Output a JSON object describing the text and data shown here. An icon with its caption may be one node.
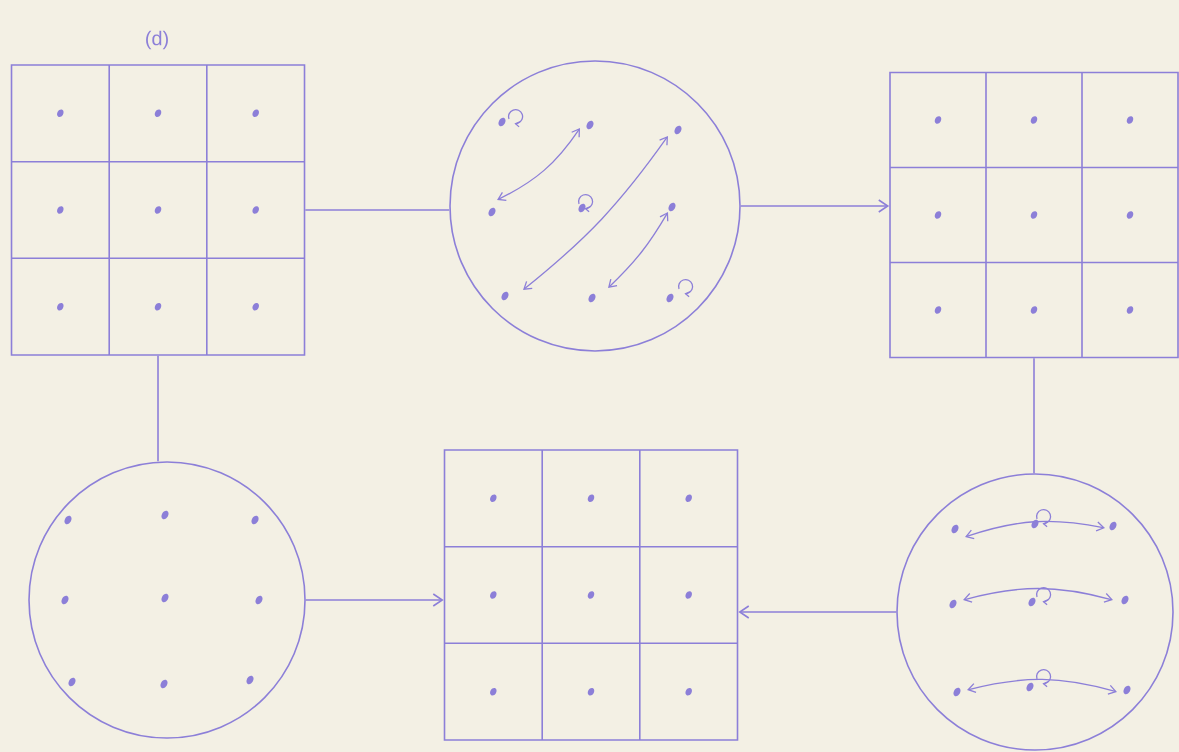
{
  "diagram": {
    "nodes": [
      {
        "text": [],
        "shape": "grid"
      },
      {
        "text": [],
        "shape": "circle"
      },
      {
        "text": [],
        "shape": "grid"
      },
      {
        "text": [],
        "shape": "circle"
      },
      {
        "text": [],
        "shape": "grid"
      },
      {
        "text": [],
        "shape": "circle"
      }
    ],
    "edges": [
      {
        "from": 0,
        "to": 1,
        "arrow": "none"
      },
      {
        "from": 1,
        "to": 2,
        "arrow": "to"
      },
      {
        "from": 0,
        "to": 3,
        "arrow": "none"
      },
      {
        "from": 3,
        "to": 4,
        "arrow": "to"
      },
      {
        "from": 2,
        "to": 5,
        "arrow": "none"
      },
      {
        "from": 5,
        "to": 4,
        "arrow": "to"
      }
    ],
    "labels": [
      "(d)"
    ]
  }
}
